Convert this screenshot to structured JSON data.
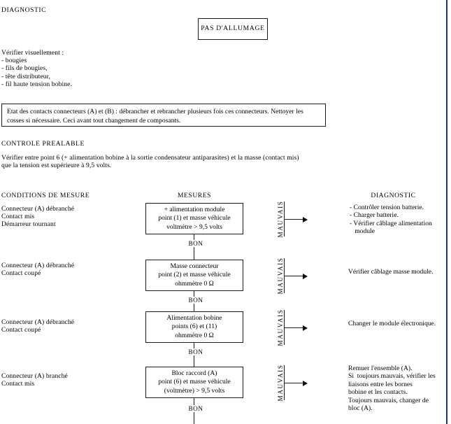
{
  "document": {
    "section_title": "DIAGNOSTIC",
    "fault_box": "PAS D'ALLUMAGE",
    "visual_check": "Vérifier visuellement :\n- bougies\n- fils de bougies,\n- tête distributeur,\n- fil haute tension bobine.",
    "contacts_note": "Etat des contacts connecteurs (A) et (B) : débrancher et rebrancher plusieurs fois ces connecteurs.\nNettoyer les cosses si nécessaire. Ceci avant tout changement de composants.",
    "preliminary_title": "CONTROLE PREALABLE",
    "preliminary_text": "Vérifier entre point 6 (+ alimentation bobine à la sortie condensateur antiparasites) et la masse (contact mis)\nque la tension est supérieure à 9,5 volts."
  },
  "columns": {
    "conditions": "CONDITIONS DE MESURE",
    "measures": "MESURES",
    "diagnostic": "DIAGNOSTIC"
  },
  "labels": {
    "good": "BON",
    "bad": "MAUVAIS"
  },
  "rows": [
    {
      "conditions": "Connecteur (A) débranché\nContact mis\nDémarreur tournant",
      "measure_lines": [
        "+ alimentation module",
        "point (1) et masse véhicule",
        "voltmètre > 9,5 volts"
      ],
      "diagnostic": "- Contrôler tension batterie.\n- Charger batterie.\n- Vérifier câblage alimentation\n   module"
    },
    {
      "conditions": "Connecteur (A) débranché\nContact coupé",
      "measure_lines": [
        "Masse connecteur",
        "point (2) et masse véhicule",
        "ohmmètre 0 Ω"
      ],
      "diagnostic": "Vérifier câblage masse module."
    },
    {
      "conditions": "Connecteur (A) débranché\nContact coupé",
      "measure_lines": [
        "Alimentation bobine",
        "points (6) et (11)",
        "ohmmètre 0 Ω"
      ],
      "diagnostic": "Changer le module électronique."
    },
    {
      "conditions": "Connecteur (A) branché\nContact mis",
      "measure_lines": [
        "Bloc raccord (A)",
        "point (6) et masse véhicule",
        "(voltmètre) > 9,5 volts"
      ],
      "diagnostic": "Remuer l'ensemble (A).\nSi  toujours mauvais, vérifier les\nliaisons entre les bornes\nbobine et les contacts.\nToujours mauvais, changer de\nbloc (A)."
    }
  ],
  "colors": {
    "page_edge": "#1b3a63",
    "ink": "#1a1a1a"
  }
}
